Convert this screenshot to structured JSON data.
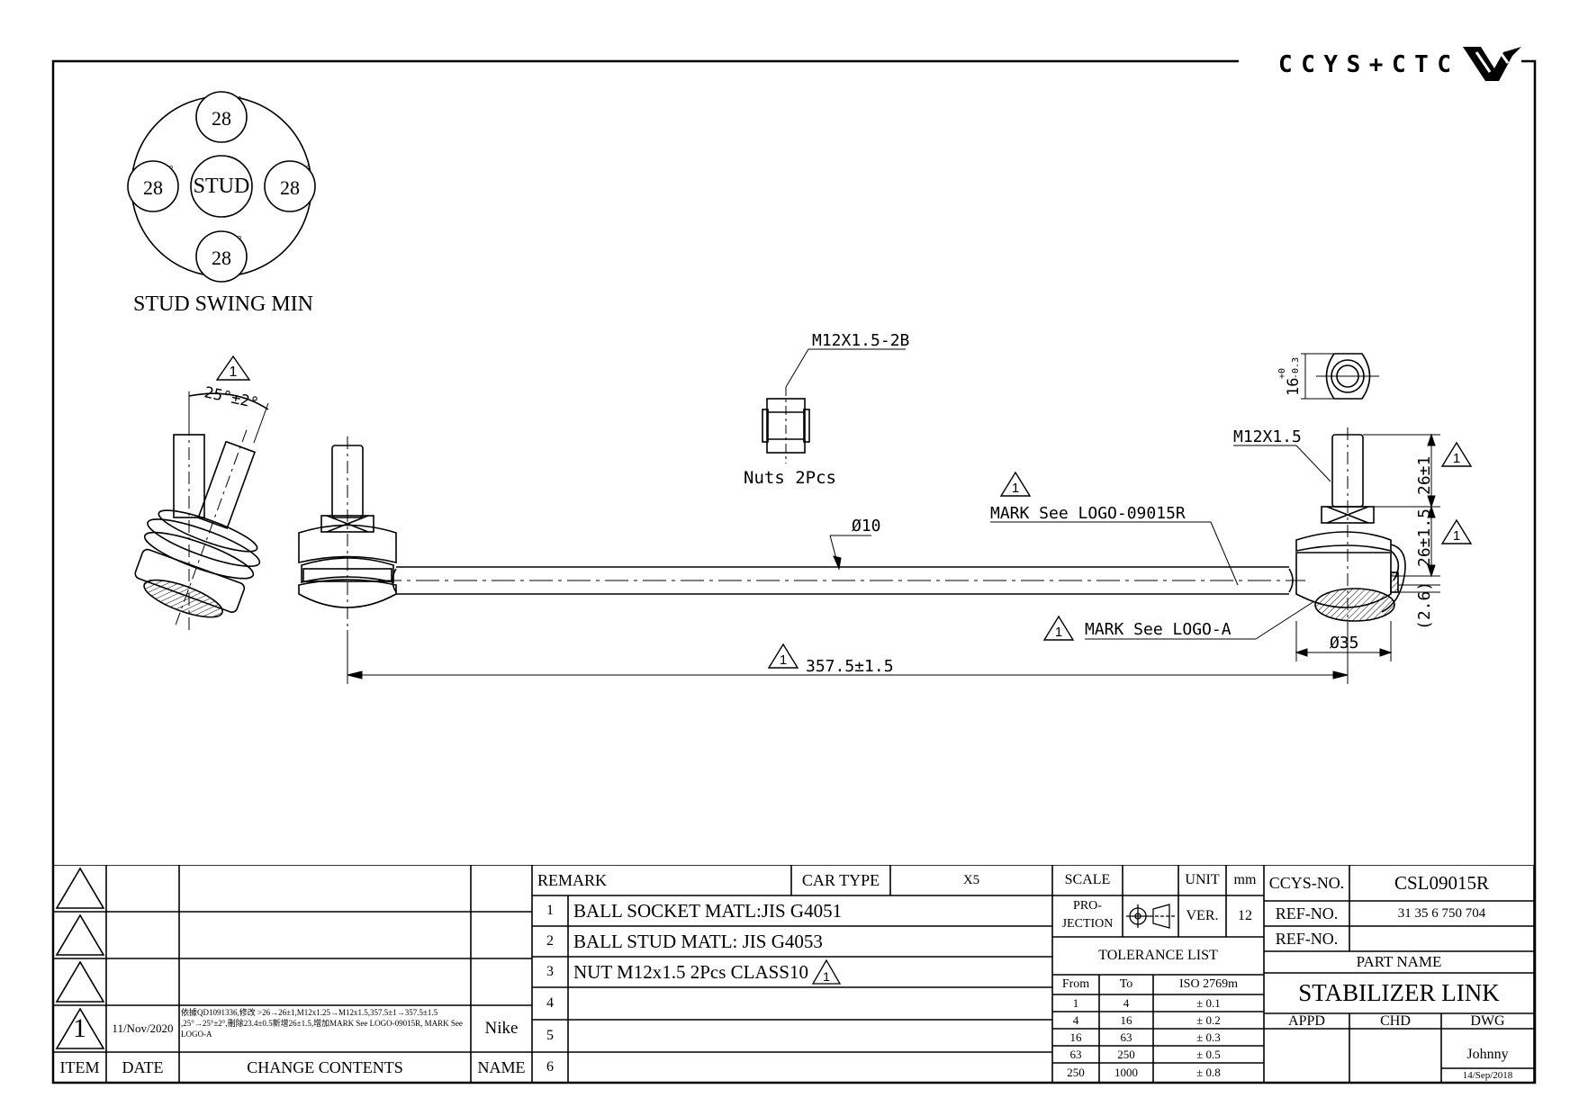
{
  "brand": {
    "logo_text": "CCYS+CTC"
  },
  "swing": {
    "center_label": "STUD",
    "values": [
      "28",
      "28",
      "28",
      "28"
    ],
    "unit_mark": "°",
    "title": "STUD SWING MIN"
  },
  "annotations": {
    "angle": "25°±2°",
    "nut_thread": "M12X1.5-2B",
    "nut_label": "Nuts 2Pcs",
    "rod_dia": "Ø10",
    "stud_thread": "M12X1.5",
    "mark_logo_r": "MARK See LOGO-09015R",
    "mark_logo_a": "MARK See LOGO-A",
    "length": "357.5±1.5",
    "ball_dia": "Ø35",
    "stud_height": "26±1",
    "socket_height": "26±1.5",
    "ref_dim": "(2.6)",
    "hex_tol": "16-0.3",
    "hex_nominal": "16",
    "hex_upper": "+0",
    "hex_lower": "-0.3",
    "revision_mark": "1"
  },
  "revisions": {
    "rows": [
      {
        "item": "",
        "date": "",
        "contents": "",
        "name": ""
      },
      {
        "item": "",
        "date": "",
        "contents": "",
        "name": ""
      },
      {
        "item": "",
        "date": "",
        "contents": "",
        "name": ""
      },
      {
        "item": "1",
        "date": "11/Nov/2020",
        "contents": "依據QD1091336,修改 >26→26±1,M12x1.25→M12x1.5,357.5±1→357.5±1.5 ,25°→25°±2°,刪除23.4±0.5新增26±1.5,增加MARK See LOGO-09015R, MARK See LOGO-A",
        "name": "Nike"
      }
    ],
    "headers": {
      "item": "ITEM",
      "date": "DATE",
      "contents": "CHANGE CONTENTS",
      "name": "NAME"
    }
  },
  "remarks": {
    "header": "REMARK",
    "car_type_label": "CAR TYPE",
    "car_type": "X5",
    "items": [
      {
        "no": "1",
        "text": "BALL SOCKET MATL:JIS G4051"
      },
      {
        "no": "2",
        "text": "BALL STUD MATL: JIS G4053"
      },
      {
        "no": "3",
        "text": "NUT M12x1.5 2Pcs CLASS10"
      },
      {
        "no": "4",
        "text": ""
      },
      {
        "no": "5",
        "text": ""
      },
      {
        "no": "6",
        "text": ""
      }
    ]
  },
  "specs": {
    "scale_label": "SCALE",
    "scale_value": "",
    "unit_label": "UNIT",
    "unit_value": "mm",
    "projection_label_1": "PRO-",
    "projection_label_2": "JECTION",
    "ver_label": "VER.",
    "ver_value": "12",
    "tolerance_title": "TOLERANCE LIST",
    "tol_headers": [
      "From",
      "To",
      "ISO 2769m"
    ],
    "tolerances": [
      {
        "from": "1",
        "to": "4",
        "tol": "± 0.1"
      },
      {
        "from": "4",
        "to": "16",
        "tol": "± 0.2"
      },
      {
        "from": "16",
        "to": "63",
        "tol": "± 0.3"
      },
      {
        "from": "63",
        "to": "250",
        "tol": "± 0.5"
      },
      {
        "from": "250",
        "to": "1000",
        "tol": "± 0.8"
      }
    ]
  },
  "part": {
    "ccys_label": "CCYS-NO.",
    "ccys_no": "CSL09015R",
    "ref_label": "REF-NO.",
    "ref_no": "31 35 6 750 704",
    "ref_label_2": "REF-NO.",
    "ref_no_2": "",
    "part_name_label": "PART NAME",
    "part_name": "STABILIZER LINK",
    "appd_label": "APPD",
    "chd_label": "CHD",
    "dwg_label": "DWG",
    "appd": "",
    "chd": "",
    "dwg_name": "Johnny",
    "dwg_date": "14/Sep/2018"
  }
}
